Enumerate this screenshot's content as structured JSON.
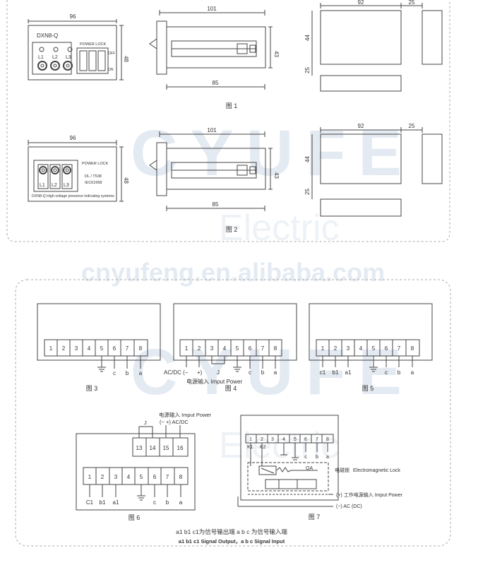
{
  "watermark": {
    "brand": "CYUFE",
    "sub": "Electric",
    "url": "cnyufeng.en.alibaba.com"
  },
  "fig1": {
    "caption": "图 1",
    "front": {
      "w": "96",
      "h": "48",
      "model": "DXN8-Q",
      "power_lock": "POWER LOCK",
      "off": "OFF",
      "on": "ON",
      "l1": "L1",
      "l2": "L2",
      "l3": "L3"
    },
    "side": {
      "w_top": "101",
      "w_bottom": "85",
      "h": "43"
    },
    "cutout": {
      "w": "92",
      "gap": "25",
      "h": "44",
      "h2": "25"
    }
  },
  "fig2": {
    "caption": "图 2",
    "front": {
      "w": "96",
      "h": "48",
      "power_lock": "POWER LOCK",
      "std1": "DL / T538",
      "std2": "IEC61958",
      "l1": "L1",
      "l2": "L2",
      "l3": "L3",
      "desc": "DXN8-Q High-voltage presence indicating systems"
    },
    "side": {
      "w_top": "101",
      "w_bottom": "85",
      "h": "43"
    },
    "cutout": {
      "w": "92",
      "gap": "25",
      "h": "44",
      "h2": "25"
    }
  },
  "fig3": {
    "caption": "图 3",
    "terminals": [
      "1",
      "2",
      "3",
      "4",
      "5",
      "6",
      "7",
      "8"
    ],
    "labels": {
      "c": "c",
      "b": "b",
      "a": "a"
    }
  },
  "fig4": {
    "caption": "图 4",
    "terminals": [
      "1",
      "2",
      "3",
      "4",
      "5",
      "6",
      "7",
      "8"
    ],
    "acdc": "AC/DC (−",
    "plus": "+)",
    "j": "J",
    "c": "c",
    "b": "b",
    "a": "a",
    "power": "电源输入 Imput Power"
  },
  "fig5": {
    "caption": "图 5",
    "terminals": [
      "1",
      "2",
      "3",
      "4",
      "5",
      "6",
      "7",
      "8"
    ],
    "c1": "c1",
    "b1": "b1",
    "a1": "a1",
    "c": "c",
    "b": "b",
    "a": "a"
  },
  "fig6": {
    "caption": "图 6",
    "top_terminals": [
      "13",
      "14",
      "15",
      "16"
    ],
    "terminals": [
      "1",
      "2",
      "3",
      "4",
      "5",
      "6",
      "7",
      "8"
    ],
    "power": "电源输入 Imput Power",
    "acdc": "(−    +)  AC/DC",
    "j": "J",
    "c1": "C1",
    "b1": "b1",
    "a1": "a1",
    "c": "c",
    "b": "b",
    "a": "a"
  },
  "fig7": {
    "caption": "图 7",
    "terminals": [
      "1",
      "2",
      "3",
      "4",
      "5",
      "6",
      "7",
      "8"
    ],
    "k1": "K1",
    "k2": "K2",
    "lock_cn": "电磁锁",
    "lock_en": "Electromagnetic Lock",
    "qa": "QA",
    "plus_line": "(+) 工作电源输入 Imput Power",
    "minus_line": "(−) AC (DC)",
    "c": "c",
    "b": "b",
    "a": "a"
  },
  "notes": {
    "cn": "a1  b1  c1为信号输出端      a  b  c 为信号输入端",
    "en": "a1 b1 c1 Signal Output，a b c Signal Input"
  }
}
